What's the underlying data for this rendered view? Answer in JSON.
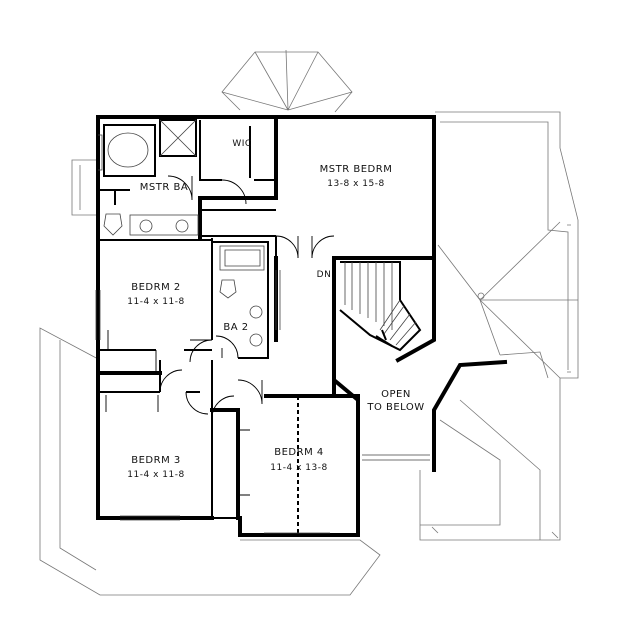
{
  "rooms": {
    "master_bath": "MSTR BA",
    "wic": "WIC",
    "master_bedroom": {
      "name": "MSTR BEDRM",
      "size": "13-8 x 15-8"
    },
    "bedroom_2": {
      "name": "BEDRM 2",
      "size": "11-4 x 11-8"
    },
    "bath_2": "BA 2",
    "bedroom_3": {
      "name": "BEDRM 3",
      "size": "11-4 x 11-8"
    },
    "bedroom_4": {
      "name": "BEDRM 4",
      "size": "11-4 x 13-8"
    },
    "open_to_below": {
      "line1": "OPEN",
      "line2": "TO BELOW"
    },
    "stair_down": "DN"
  }
}
